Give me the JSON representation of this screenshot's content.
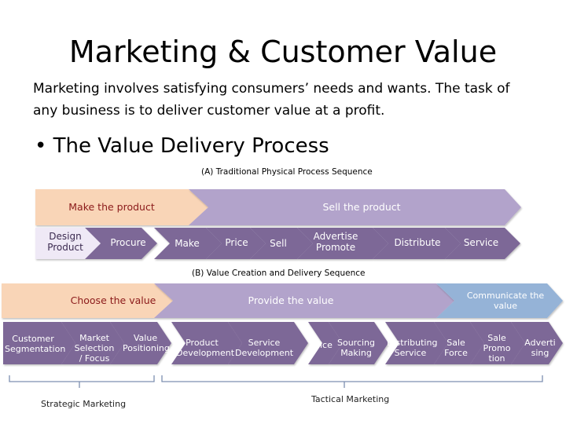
{
  "title": "Marketing & Customer Value",
  "intro": "Marketing involves satisfying consumers’ needs and wants. The task of any business is to deliver customer value at a profit.",
  "bullet": "• The Value Delivery Process",
  "sectionA": {
    "caption": "(A) Traditional Physical Process Sequence",
    "band1": "Make the product",
    "band2": "Sell the product",
    "steps": [
      "Design Product",
      "Procure",
      "Make",
      "Price",
      "Sell",
      "Advertise Promote",
      "Distribute",
      "Service"
    ]
  },
  "sectionB": {
    "caption": "(B) Value Creation and Delivery Sequence",
    "band1": "Choose the value",
    "band2": "Provide the value",
    "band3": "Communicate the value",
    "steps": [
      "Customer Segmentation",
      "Market Selection / Focus",
      "Value Positioning",
      "Product Development",
      "Service Development",
      "Price",
      "Sourcing Making",
      "Distributing Service",
      "Sale Force",
      "Sale Promo tion",
      "Adverti sing"
    ],
    "brackets": [
      "Strategic Marketing",
      "Tactical Marketing"
    ]
  },
  "colors": {
    "peach": "#f9d5b7",
    "purple": "#b2a3cb",
    "blue": "#95b3d7",
    "chevron": "#7d6797"
  }
}
